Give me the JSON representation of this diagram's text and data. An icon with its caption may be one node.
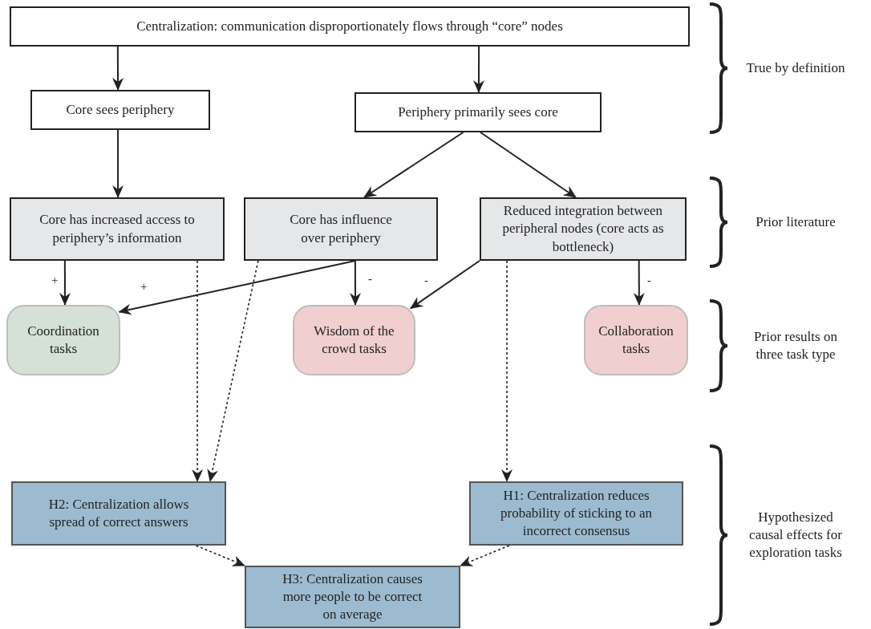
{
  "diagram": {
    "nodes": [
      {
        "text": [
          "Centralization: communication disproportionately flows through “core” nodes"
        ]
      },
      {
        "text": [
          "Core sees periphery"
        ]
      },
      {
        "text": [
          "Periphery primarily sees core"
        ]
      },
      {
        "text": [
          "Core has increased access to periphery’s information"
        ]
      },
      {
        "text": [
          "Core has influence over periphery"
        ]
      },
      {
        "text": [
          "Reduced integration between peripheral nodes (core acts as bottleneck)"
        ]
      },
      {
        "text": [
          "Coordination tasks"
        ]
      },
      {
        "text": [
          "Wisdom of the crowd tasks"
        ]
      },
      {
        "text": [
          "Collaboration tasks"
        ]
      },
      {
        "text": [
          "H2: Centralization allows spread of correct answers"
        ]
      },
      {
        "text": [
          "H1: Centralization reduces probability of sticking to an incorrect consensus"
        ]
      },
      {
        "text": [
          "H3: Centralization causes more people to be correct on average"
        ]
      }
    ],
    "edges": [
      {
        "from": 0,
        "to": 1,
        "arrow": "to"
      },
      {
        "from": 0,
        "to": 2,
        "arrow": "to"
      },
      {
        "from": 1,
        "to": 3,
        "arrow": "to"
      },
      {
        "from": 2,
        "to": 4,
        "arrow": "to"
      },
      {
        "from": 2,
        "to": 5,
        "arrow": "to"
      },
      {
        "from": 3,
        "to": 6,
        "arrow": "to",
        "label": "+"
      },
      {
        "from": 4,
        "to": 6,
        "arrow": "to",
        "label": "+"
      },
      {
        "from": 4,
        "to": 7,
        "arrow": "to",
        "label": "-"
      },
      {
        "from": 5,
        "to": 7,
        "arrow": "to",
        "label": "-"
      },
      {
        "from": 5,
        "to": 8,
        "arrow": "to",
        "label": "-"
      },
      {
        "from": 3,
        "to": 9,
        "arrow": "to",
        "style": "dashed"
      },
      {
        "from": 4,
        "to": 9,
        "arrow": "to",
        "style": "dashed"
      },
      {
        "from": 5,
        "to": 10,
        "arrow": "to",
        "style": "dashed"
      },
      {
        "from": 9,
        "to": 11,
        "arrow": "to",
        "style": "dashed"
      },
      {
        "from": 10,
        "to": 11,
        "arrow": "to",
        "style": "dashed"
      }
    ],
    "labels": [
      "True by definition",
      "Prior literature",
      "Prior results on three task type",
      "Hypothesized causal effects for exploration tasks"
    ]
  }
}
